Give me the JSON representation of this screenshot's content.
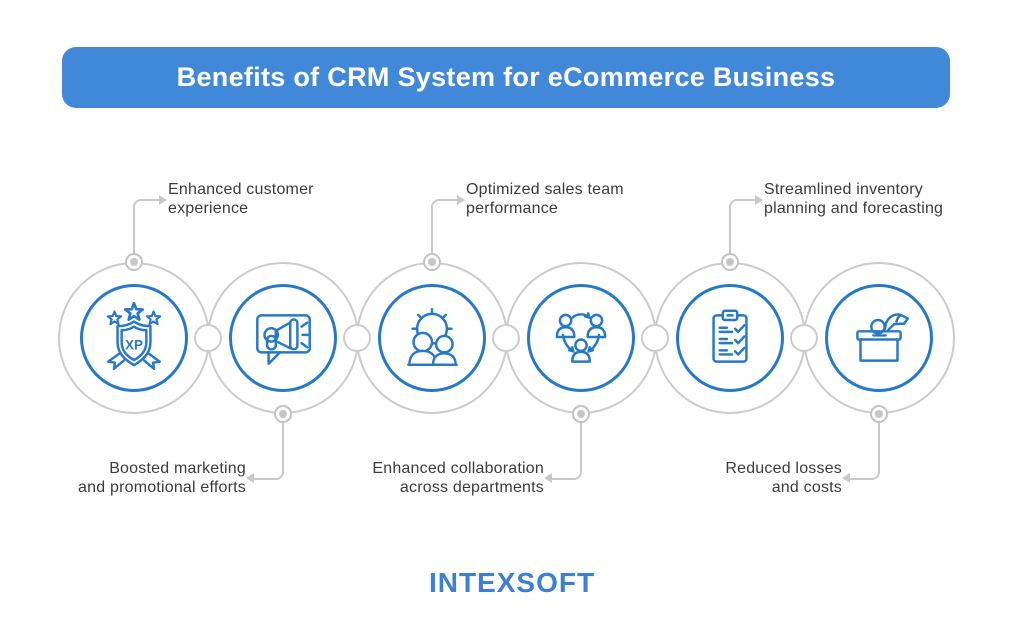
{
  "title": "Benefits of CRM System for eCommerce Business",
  "benefits": [
    {
      "icon": "xp-badge-icon",
      "position": "top",
      "lines": [
        "Enhanced customer",
        "experience"
      ]
    },
    {
      "icon": "megaphone-icon",
      "position": "bottom",
      "lines": [
        "Boosted marketing",
        "and promotional efforts"
      ]
    },
    {
      "icon": "team-gear-icon",
      "position": "top",
      "lines": [
        "Optimized sales team",
        "performance"
      ]
    },
    {
      "icon": "collaboration-icon",
      "position": "bottom",
      "lines": [
        "Enhanced collaboration",
        "across departments"
      ]
    },
    {
      "icon": "checklist-icon",
      "position": "top",
      "lines": [
        "Streamlined inventory",
        "planning and forecasting"
      ]
    },
    {
      "icon": "cost-box-icon",
      "position": "bottom",
      "lines": [
        "Reduced losses",
        "and costs"
      ]
    }
  ],
  "badge_text": "XP",
  "logo": {
    "text": "INTEXSOFT"
  },
  "colors": {
    "banner_blue": "#4189d8",
    "icon_blue": "#2878c8",
    "circle_gray": "#cbcbcb",
    "connector_gray": "#c8c8c8",
    "label_text": "#3b3b3b",
    "logo_blue": "#3e7ed3"
  }
}
